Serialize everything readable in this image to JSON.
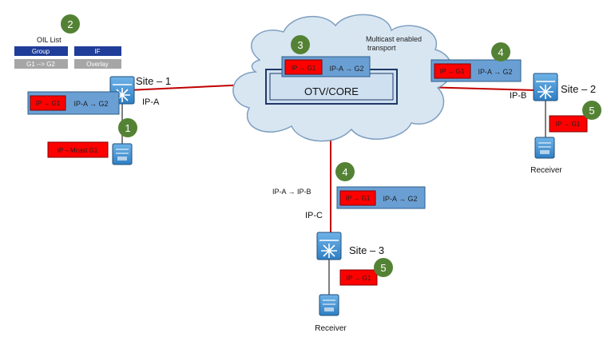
{
  "oil": {
    "title": "OIL List",
    "header_group": "Group",
    "header_if": "IF",
    "row_group": "G1 --> G2",
    "row_if": "Overlay"
  },
  "cloud": {
    "label": "Multicast enabled transport",
    "label_line1": "Multicast enabled",
    "label_line2": "transport",
    "core_label": "OTV/CORE"
  },
  "steps": [
    "1",
    "2",
    "3",
    "4",
    "5"
  ],
  "sites": {
    "site1": {
      "name": "Site – 1",
      "ip": "IP-A"
    },
    "site2": {
      "name": "Site – 2",
      "ip": "IP-B"
    },
    "site3": {
      "name": "Site – 3",
      "ip": "IP-C"
    }
  },
  "packets": {
    "inner": "IP → G1",
    "outer": "IP-A → G2",
    "source_frame": "IP – Mcast G1"
  },
  "unicast_label": "IP-A → IP-B",
  "receiver_label": "Receiver",
  "colors": {
    "cloud_fill": "#d8e6f2",
    "packet_box": "#6a9fd4",
    "packet_inner": "#ff0000",
    "step_circle": "#548235",
    "link": "#c00000",
    "oil_header": "#1f3d99",
    "oil_row": "#a6a6a6"
  }
}
